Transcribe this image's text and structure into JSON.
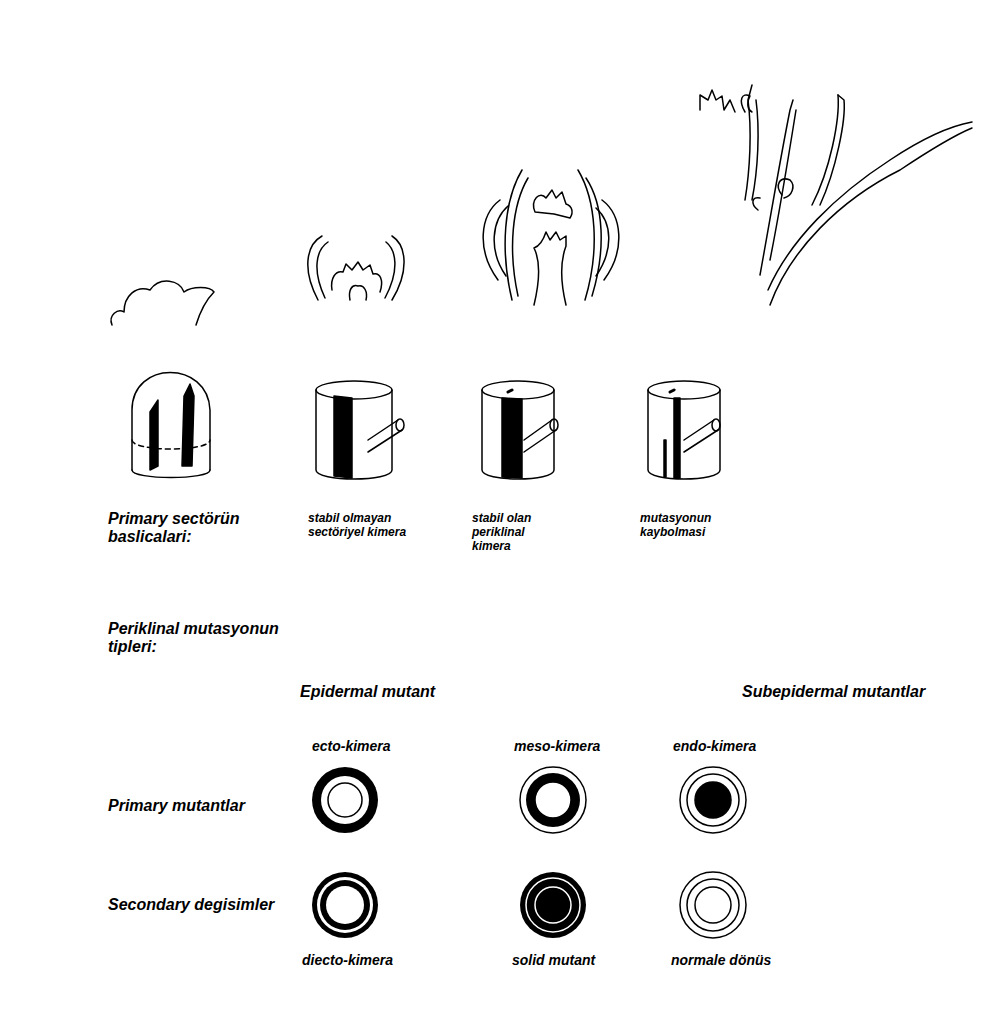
{
  "diagram": {
    "labels": [
      "Primary sectörün baslicalari:",
      "stabil olmayan sectöriyel kimera",
      "stabil olan periklinal kimera",
      "mutasyonun kaybolmasi",
      "Periklinal mutasyonun tipleri:",
      "Epidermal mutant",
      "Subepidermal mutantlar",
      "ecto-kimera",
      "meso-kimera",
      "endo-kimera",
      "Primary mutantlar",
      "Secondary degisimler",
      "diecto-kimera",
      "solid mutant",
      "normale dönüs"
    ]
  }
}
